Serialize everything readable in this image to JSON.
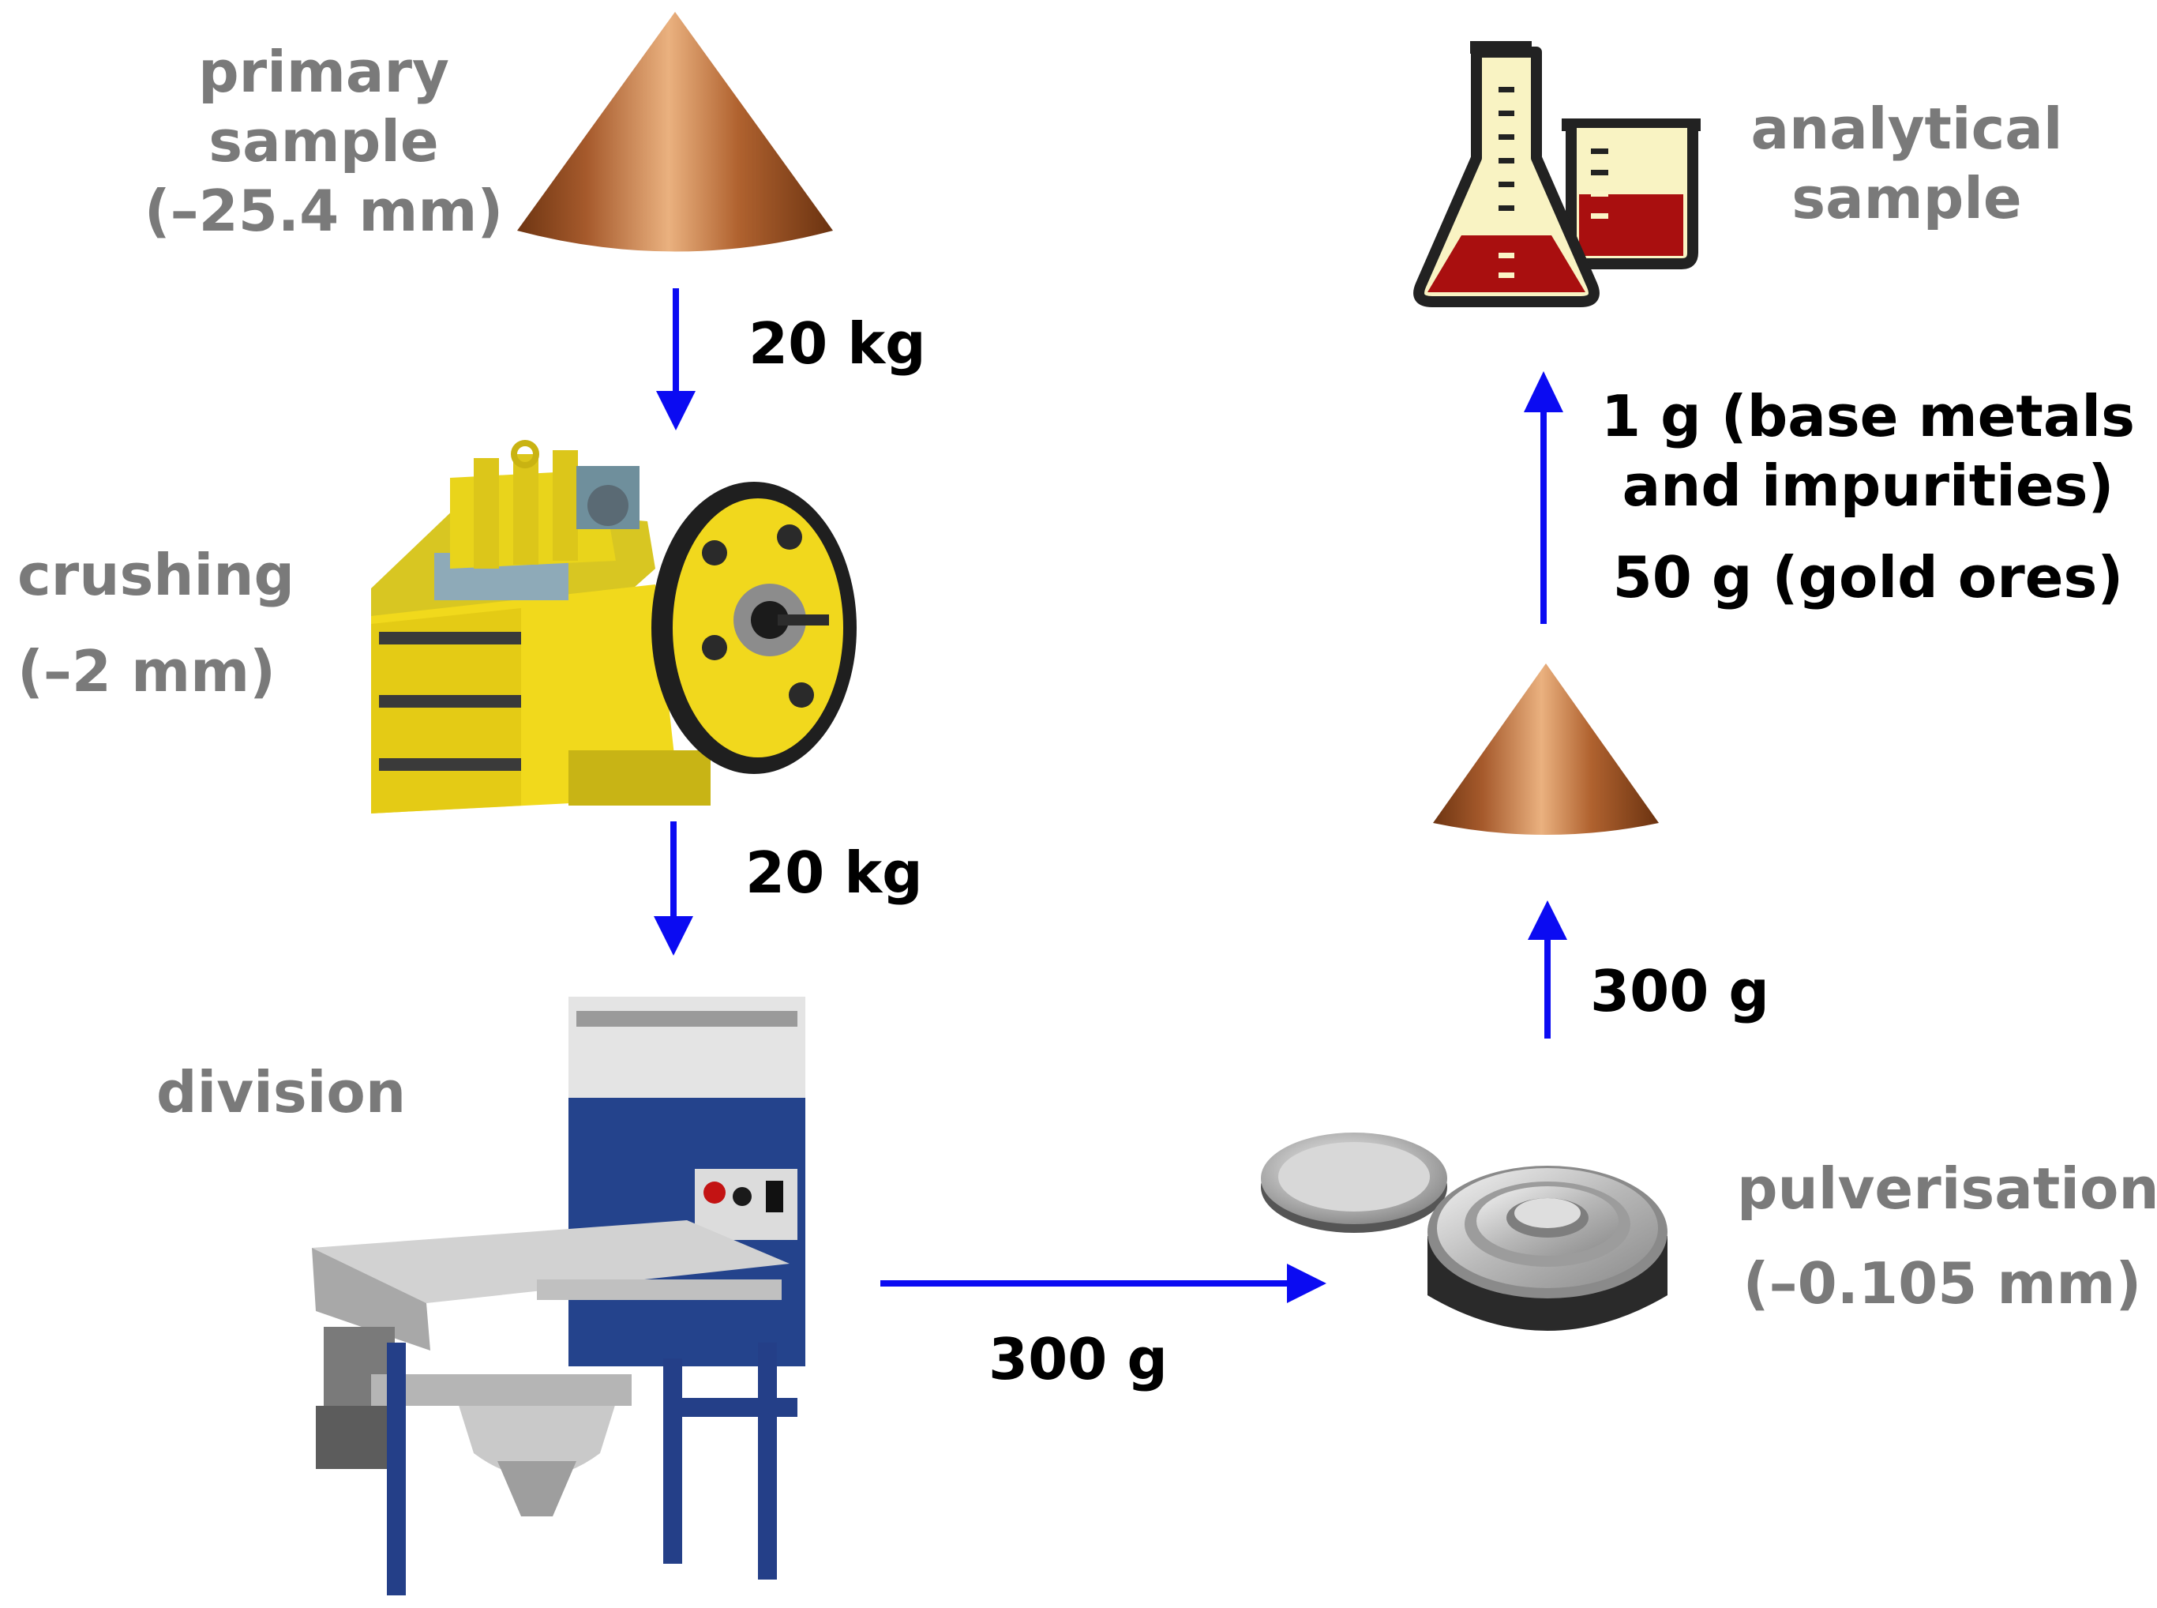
{
  "colors": {
    "arrow": "#0b0bf2",
    "stage_label": "#7a7a7a",
    "mass_label": "#000000",
    "copper_cone_light": "#e8aa78",
    "copper_cone_dark": "#7a3a16",
    "crusher_yellow": "#f3dd1c",
    "divider_blue": "#1f3f86",
    "liquid_red": "#a90f0f"
  },
  "stages": {
    "primary": {
      "line1": "primary",
      "line2": "sample",
      "size": "(–25.4 mm)"
    },
    "crushing": {
      "line1": "crushing",
      "size": "(–2 mm)"
    },
    "division": {
      "line1": "division"
    },
    "pulverisation": {
      "line1": "pulverisation",
      "size": "(–0.105 mm)"
    },
    "analytical": {
      "line1": "analytical",
      "line2": "sample"
    }
  },
  "flows": {
    "primary_to_crusher": "20 kg",
    "crusher_to_divider": "20 kg",
    "divider_to_pulveriser": "300 g",
    "pulveriser_to_pile": "300 g",
    "pile_to_analysis_line1": "1 g (base metals",
    "pile_to_analysis_line2": "and impurities)",
    "pile_to_analysis_line3": "50 g (gold ores)"
  },
  "icons": {
    "primary": "copper-sample-cone-icon",
    "crusher": "jaw-crusher-icon",
    "divider": "rotary-sample-divider-icon",
    "pulveriser": "ring-mill-pulveriser-icon",
    "pile": "small-sample-cone-icon",
    "lab": "laboratory-glassware-icon"
  }
}
